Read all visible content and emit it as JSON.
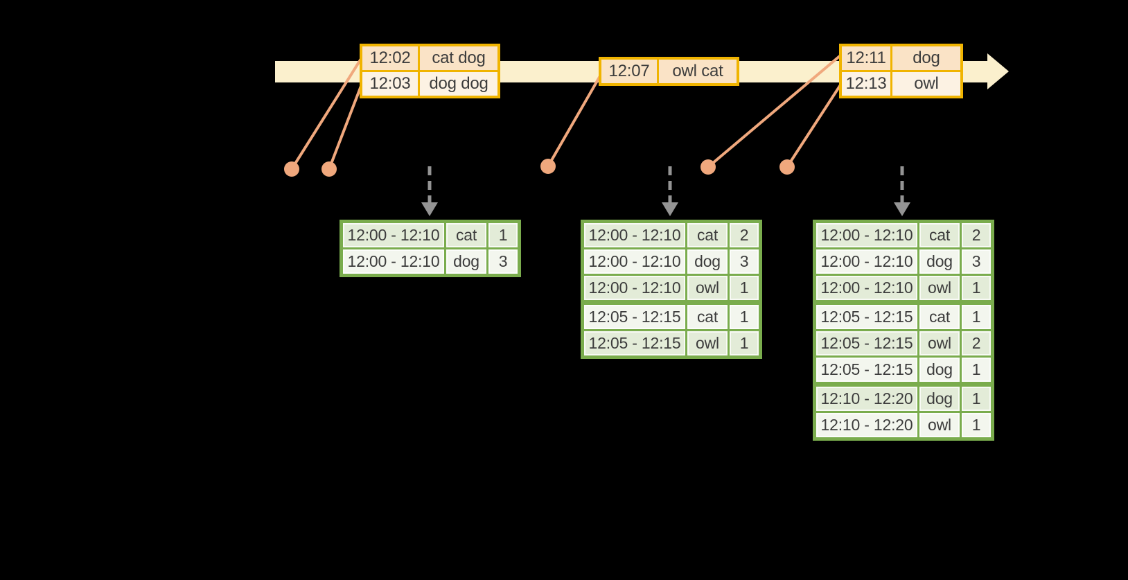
{
  "colors": {
    "background": "#000000",
    "timeline_band": "#FBF0CD",
    "event_table_border": "#F0B400",
    "event_row_dark": "#FAE3C6",
    "event_row_light": "#FCF2E3",
    "event_marker": "#F0A87D",
    "trigger_arrow": "#949494",
    "result_table_border": "#7AAC4D",
    "result_row_dark": "#E3ECD8",
    "result_row_light": "#F3F6EE",
    "text": "#3C3C3C"
  },
  "event_tables": [
    {
      "rows": [
        {
          "time": "12:02",
          "words": "cat dog"
        },
        {
          "time": "12:03",
          "words": "dog dog"
        }
      ]
    },
    {
      "rows": [
        {
          "time": "12:07",
          "words": "owl cat"
        }
      ]
    },
    {
      "rows": [
        {
          "time": "12:11",
          "words": "dog"
        },
        {
          "time": "12:13",
          "words": "owl"
        }
      ]
    }
  ],
  "result_tables": [
    {
      "rows": [
        {
          "window": "12:00 - 12:10",
          "word": "cat",
          "count": "1"
        },
        {
          "window": "12:00 - 12:10",
          "word": "dog",
          "count": "3"
        }
      ]
    },
    {
      "rows": [
        {
          "window": "12:00 - 12:10",
          "word": "cat",
          "count": "2"
        },
        {
          "window": "12:00 - 12:10",
          "word": "dog",
          "count": "3"
        },
        {
          "window": "12:00 - 12:10",
          "word": "owl",
          "count": "1"
        },
        {
          "window": "12:05 - 12:15",
          "word": "cat",
          "count": "1"
        },
        {
          "window": "12:05 - 12:15",
          "word": "owl",
          "count": "1"
        }
      ]
    },
    {
      "rows": [
        {
          "window": "12:00 - 12:10",
          "word": "cat",
          "count": "2"
        },
        {
          "window": "12:00 - 12:10",
          "word": "dog",
          "count": "3"
        },
        {
          "window": "12:00 - 12:10",
          "word": "owl",
          "count": "1"
        },
        {
          "window": "12:05 - 12:15",
          "word": "cat",
          "count": "1"
        },
        {
          "window": "12:05 - 12:15",
          "word": "owl",
          "count": "2"
        },
        {
          "window": "12:05 - 12:15",
          "word": "dog",
          "count": "1"
        },
        {
          "window": "12:10 - 12:20",
          "word": "dog",
          "count": "1"
        },
        {
          "window": "12:10 - 12:20",
          "word": "owl",
          "count": "1"
        }
      ]
    }
  ]
}
